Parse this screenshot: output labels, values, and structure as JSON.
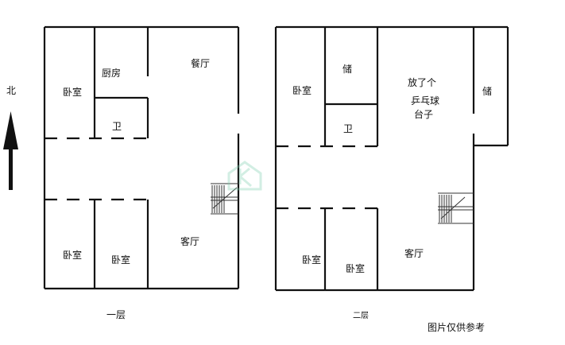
{
  "compass": {
    "label": "北"
  },
  "floor1": {
    "caption": "一层",
    "rooms": {
      "bedroom_top": "卧室",
      "kitchen": "厨房",
      "dining": "餐厅",
      "bath": "卫",
      "bedroom_bl": "卧室",
      "bedroom_bm": "卧室",
      "living": "客厅"
    }
  },
  "floor2": {
    "caption": "二层",
    "rooms": {
      "bedroom_top": "卧室",
      "storage_left": "储",
      "pingpong_l1": "放了个",
      "pingpong_l2": "乒乓球",
      "pingpong_l3": "台子",
      "storage_right": "储",
      "bath": "卫",
      "bedroom_bl": "卧室",
      "bedroom_bm": "卧室",
      "living": "客厅"
    }
  },
  "footer": {
    "note": "图片仅供参考"
  },
  "colors": {
    "wall": "#111111",
    "watermark": "#7fd1b0"
  }
}
